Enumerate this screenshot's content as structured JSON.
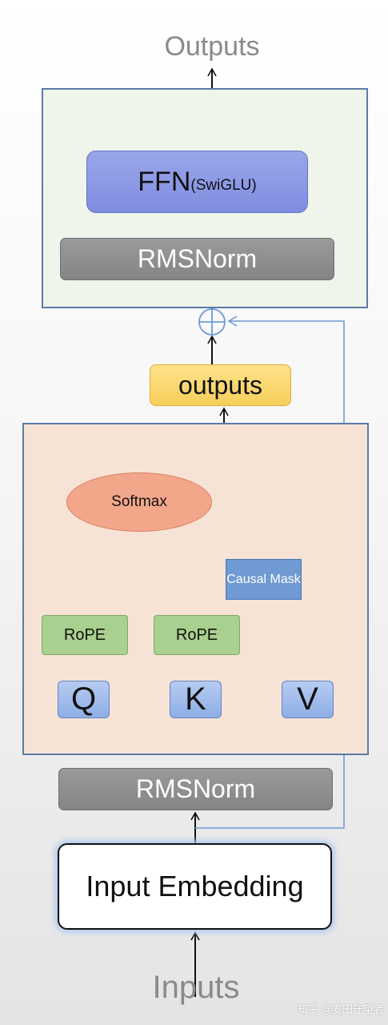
{
  "title_top": "Outputs",
  "title_bottom": "Inputs",
  "decoder_block": {
    "ffn_label": "FFN",
    "ffn_sub": "(SwiGLU)",
    "norm_label": "RMSNorm"
  },
  "attention_outputs_label": "outputs",
  "attention_block": {
    "softmax_label": "Softmax",
    "mask_label": "Causal Mask",
    "rope_q_label": "RoPE",
    "rope_k_label": "RoPE",
    "q_label": "Q",
    "k_label": "K",
    "v_label": "V"
  },
  "input_norm_label": "RMSNorm",
  "embedding_label": "Input Embedding",
  "watermark": "知乎 @麦田守望者",
  "colors": {
    "block_border": "#5b7ba8",
    "ffn_block_bg": "#eff5ea",
    "attention_block_bg": "#f7e3d6",
    "residual_line": "#6d9bd6"
  }
}
